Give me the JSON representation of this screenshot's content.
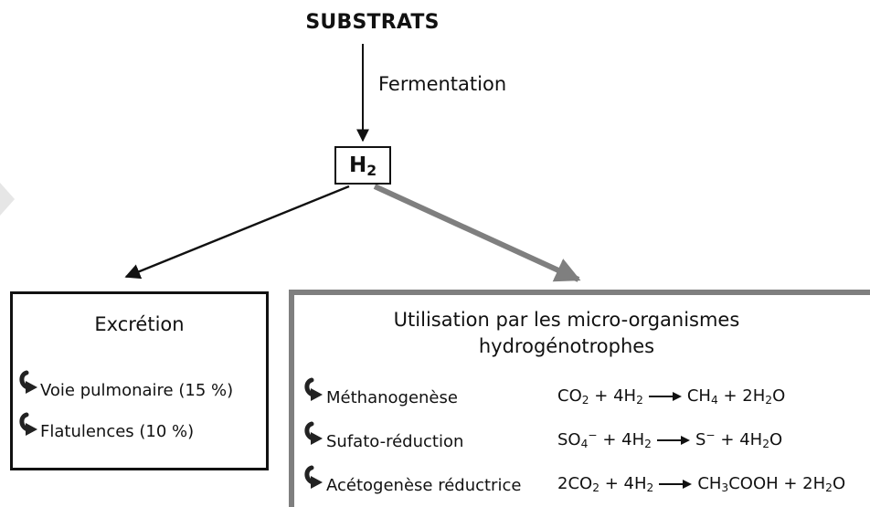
{
  "diagram": {
    "title": "SUBSTRATS",
    "step_label": "Fermentation",
    "center_node": {
      "base": "H",
      "sub": "2"
    },
    "excretion": {
      "title": "Excrétion",
      "items": [
        {
          "label": "Voie pulmonaire (15 %)"
        },
        {
          "label": "Flatulences (10 %)"
        }
      ]
    },
    "utilisation": {
      "title_line1": "Utilisation par les micro-organismes",
      "title_line2": "hydrogénotrophes",
      "items": [
        {
          "label": "Méthanogenèse"
        },
        {
          "label": "Sufato-réduction"
        },
        {
          "label": "Acétogenèse réductrice"
        }
      ]
    },
    "colors": {
      "ink": "#111111",
      "gray_arrow": "#7f7f7f",
      "box_util_border": "#7f7f7f"
    },
    "icons": {
      "excretion_items": "curved-arrow-icon",
      "utilisation_items": "curved-arrow-icon"
    }
  }
}
